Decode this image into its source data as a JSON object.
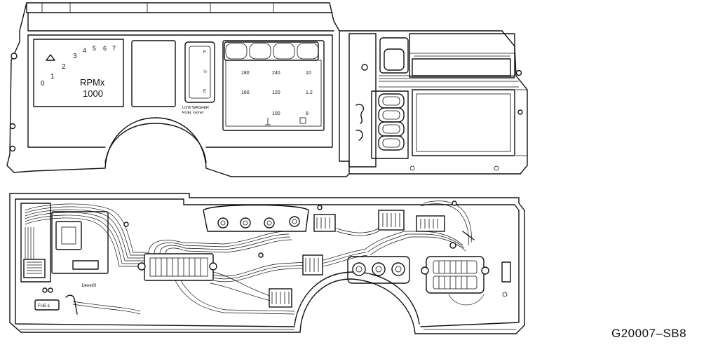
{
  "figure_code": "G20007–SB8",
  "cluster_face": {
    "tach_ticks": [
      "0",
      "1",
      "2",
      "3",
      "4",
      "5",
      "6",
      "7"
    ],
    "tach_unit_line1": "RPMx",
    "tach_unit_line2": "1000",
    "small_gauge_lines": [
      "LOW WASHER",
      "FUEL Goner"
    ],
    "speedo_labels": [
      "180",
      "240",
      "10",
      "160",
      "120",
      "1.2",
      "100",
      "8"
    ]
  },
  "pcb_labels": {
    "left_tag": "1lenet0l",
    "small_tag": "FUE-1"
  }
}
